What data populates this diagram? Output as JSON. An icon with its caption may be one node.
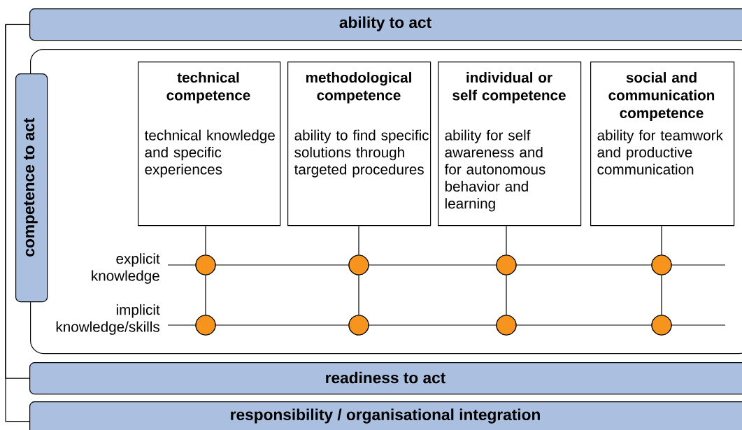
{
  "diagram": {
    "nodes": [
      {
        "text": [
          "ability to act"
        ]
      },
      {
        "text": [],
        "shape": "box"
      },
      {
        "text": [
          "competence to act"
        ]
      },
      {
        "text": [
          "technical competence",
          "technical knowledge and specific experiences"
        ],
        "in": 1
      },
      {
        "text": [
          "methodological competence",
          "ability to find specific solutions through targeted procedures"
        ],
        "in": 1
      },
      {
        "text": [
          "individual or self competence",
          "ability for self awareness and for autonomous behavior and learning"
        ],
        "in": 1
      },
      {
        "text": [
          "social and communication competence",
          "ability for teamwork and productive communication"
        ],
        "in": 1
      },
      {
        "text": [
          "explicit knowledge"
        ],
        "in": 1
      },
      {
        "text": [
          "implicit knowledge/skills"
        ],
        "in": 1
      },
      {
        "text": [],
        "shape": "circle",
        "in": 1
      },
      {
        "text": [],
        "shape": "circle",
        "in": 1
      },
      {
        "text": [],
        "shape": "circle",
        "in": 1
      },
      {
        "text": [],
        "shape": "circle",
        "in": 1
      },
      {
        "text": [],
        "shape": "circle",
        "in": 1
      },
      {
        "text": [],
        "shape": "circle",
        "in": 1
      },
      {
        "text": [],
        "shape": "circle",
        "in": 1
      },
      {
        "text": [],
        "shape": "circle",
        "in": 1
      },
      {
        "text": [
          "readiness to act"
        ]
      },
      {
        "text": [
          "responsibility / organisational integration"
        ]
      }
    ],
    "edges": [
      {
        "from": 3,
        "to": 9,
        "arrow": "none"
      },
      {
        "from": 4,
        "to": 10,
        "arrow": "none"
      },
      {
        "from": 5,
        "to": 11,
        "arrow": "none"
      },
      {
        "from": 6,
        "to": 12,
        "arrow": "none"
      },
      {
        "from": 9,
        "to": 13,
        "arrow": "none"
      },
      {
        "from": 10,
        "to": 14,
        "arrow": "none"
      },
      {
        "from": 11,
        "to": 15,
        "arrow": "none"
      },
      {
        "from": 12,
        "to": 16,
        "arrow": "none"
      },
      {
        "from": 7,
        "to": 9,
        "arrow": "none"
      },
      {
        "from": 9,
        "to": 10,
        "arrow": "none"
      },
      {
        "from": 10,
        "to": 11,
        "arrow": "none"
      },
      {
        "from": 11,
        "to": 12,
        "arrow": "none"
      },
      {
        "from": 12,
        "to": null,
        "arrow": "none"
      },
      {
        "from": 8,
        "to": 13,
        "arrow": "none"
      },
      {
        "from": 13,
        "to": 14,
        "arrow": "none"
      },
      {
        "from": 14,
        "to": 15,
        "arrow": "none"
      },
      {
        "from": 15,
        "to": 16,
        "arrow": "none"
      },
      {
        "from": 16,
        "to": null,
        "arrow": "none"
      },
      {
        "from": 0,
        "to": 17,
        "arrow": "none"
      },
      {
        "from": 0,
        "to": 18,
        "arrow": "none"
      }
    ]
  }
}
